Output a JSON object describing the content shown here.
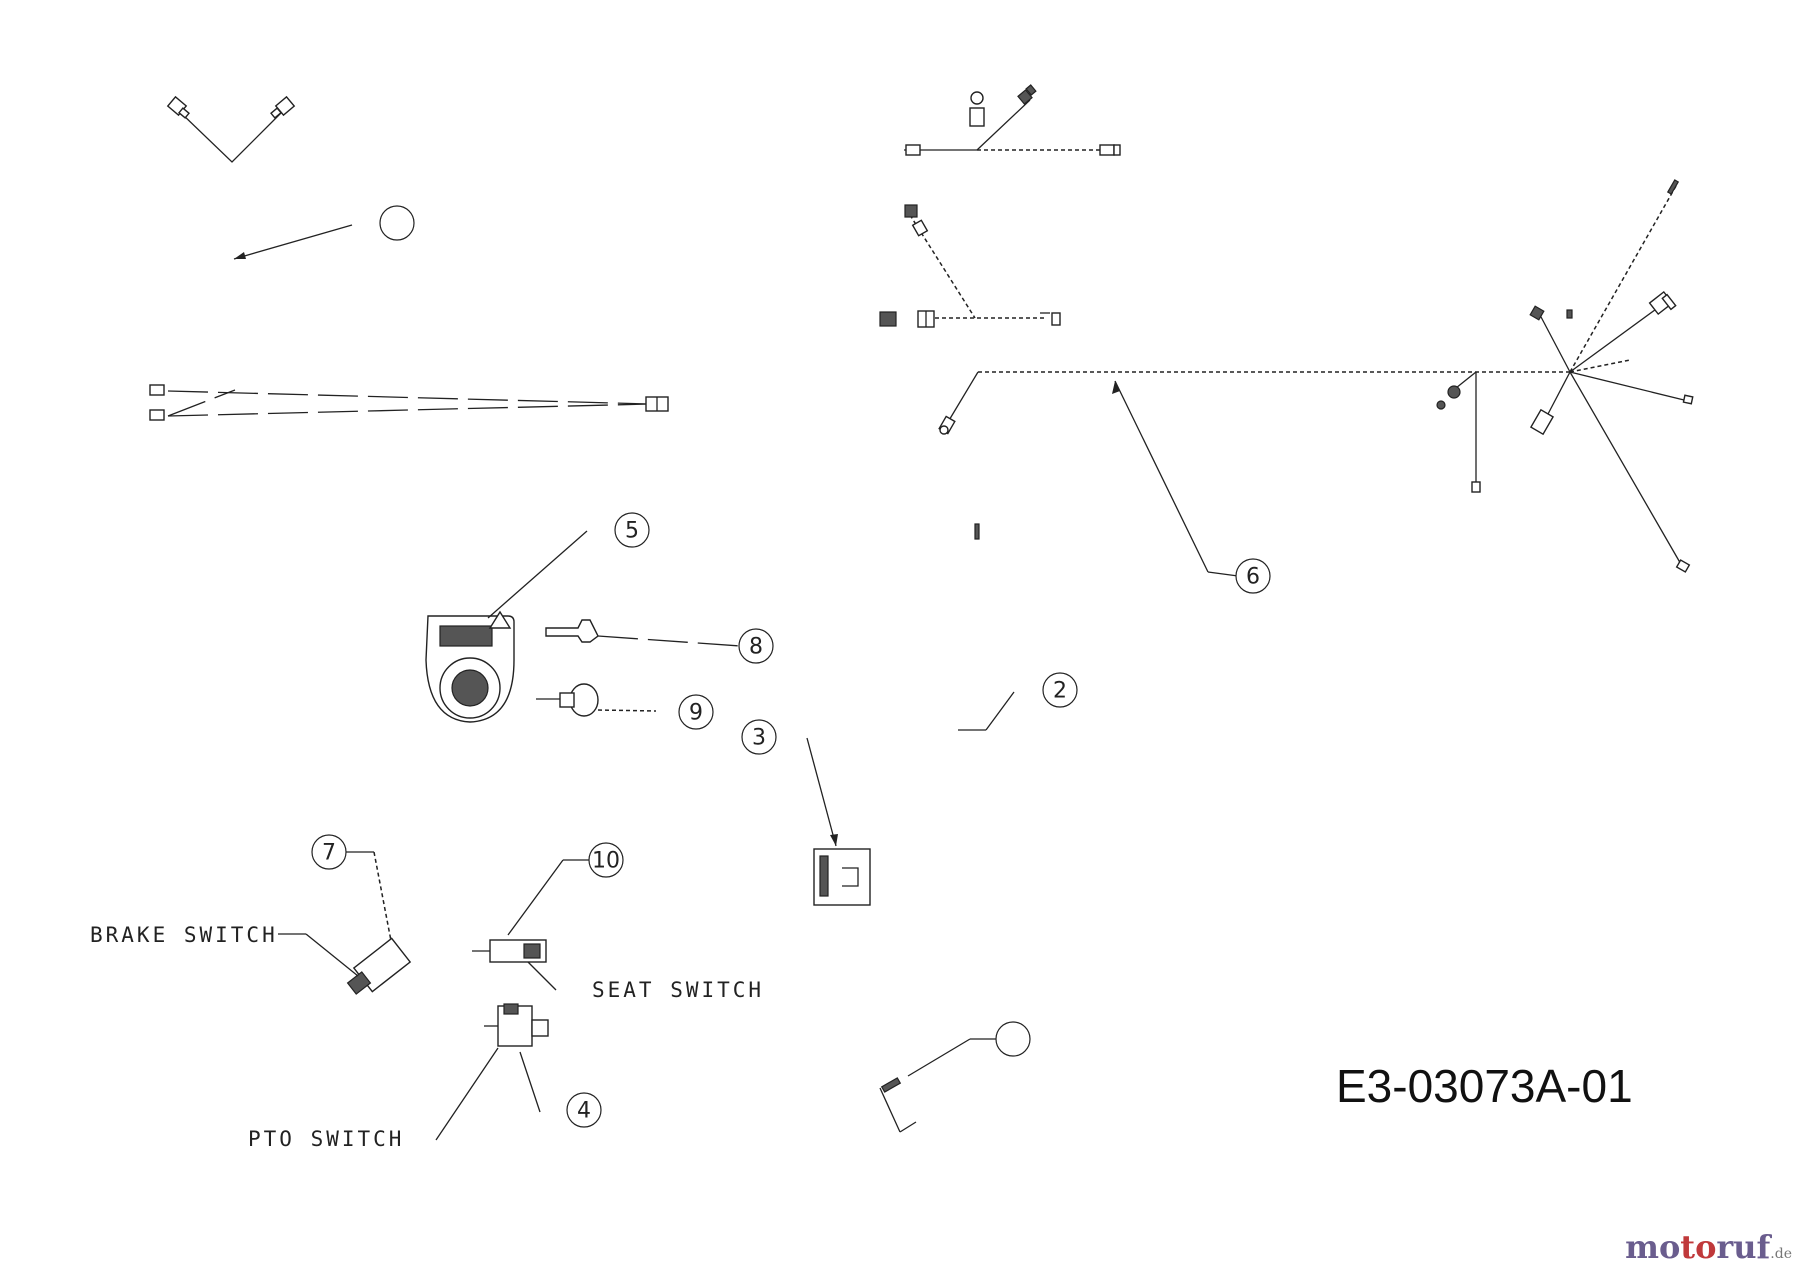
{
  "diagram": {
    "drawing_code": "E3-03073A-01",
    "labels": {
      "brake_switch": "BRAKE SWITCH",
      "seat_switch": "SEAT SWITCH",
      "pto_switch": "PTO SWITCH"
    },
    "callouts": [
      "",
      "2",
      "3",
      "4",
      "5",
      "6",
      "7",
      "8",
      "9",
      "10",
      ""
    ]
  },
  "watermark": {
    "part1": "mo",
    "part2": "to",
    "part3": "ruf",
    "suffix": ".de"
  }
}
